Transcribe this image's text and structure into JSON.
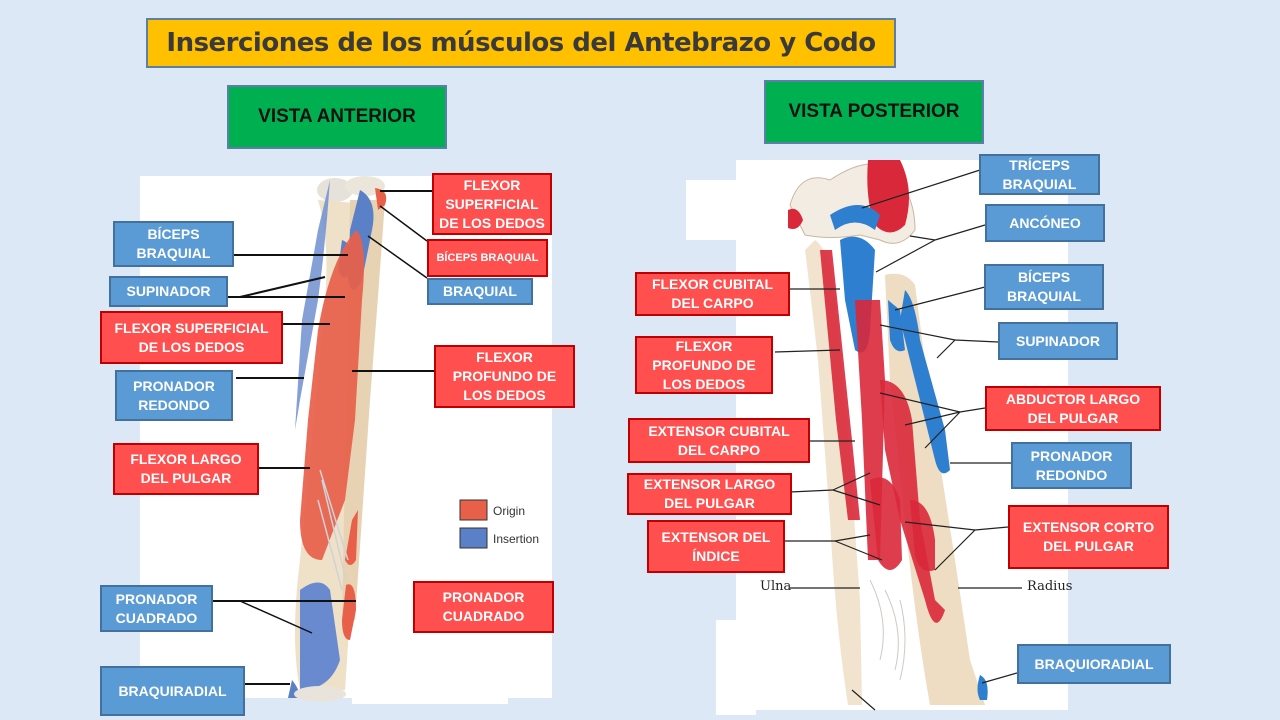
{
  "title": "Inserciones de los músculos del Antebrazo y Codo",
  "colors": {
    "background": "#dce8f5",
    "title_bg": "#ffc000",
    "view_bg": "#00b050",
    "origin_red": "#ff4f4f",
    "insertion_blue": "#5b9bd5",
    "muscle_red": "#e8604a",
    "muscle_blue": "#5a80c8"
  },
  "anterior": {
    "heading": "VISTA ANTERIOR",
    "labels": [
      {
        "text": "BÍCEPS BRAQUIAL",
        "type": "insertion"
      },
      {
        "text": "SUPINADOR",
        "type": "insertion"
      },
      {
        "text": "FLEXOR SUPERFICIAL DE LOS DEDOS",
        "type": "origin"
      },
      {
        "text": "PRONADOR REDONDO",
        "type": "insertion"
      },
      {
        "text": "FLEXOR LARGO DEL PULGAR",
        "type": "origin"
      },
      {
        "text": "PRONADOR CUADRADO",
        "type": "insertion"
      },
      {
        "text": "BRAQUIRADIAL",
        "type": "insertion"
      },
      {
        "text": "FLEXOR SUPERFICIAL DE LOS DEDOS",
        "type": "origin"
      },
      {
        "text": "BÍCEPS BRAQUIAL",
        "type": "origin"
      },
      {
        "text": "BRAQUIAL",
        "type": "insertion"
      },
      {
        "text": "FLEXOR PROFUNDO DE LOS DEDOS",
        "type": "origin"
      },
      {
        "text": "PRONADOR CUADRADO",
        "type": "origin"
      }
    ],
    "legend": [
      {
        "label": "Origin",
        "color": "#e8604a"
      },
      {
        "label": "Insertion",
        "color": "#5a80c8"
      }
    ]
  },
  "posterior": {
    "heading": "VISTA POSTERIOR",
    "labels": [
      {
        "text": "TRÍCEPS BRAQUIAL",
        "type": "insertion"
      },
      {
        "text": "ANCÓNEO",
        "type": "insertion"
      },
      {
        "text": "BÍCEPS BRAQUIAL",
        "type": "insertion"
      },
      {
        "text": "SUPINADOR",
        "type": "insertion"
      },
      {
        "text": "ABDUCTOR LARGO DEL PULGAR",
        "type": "origin"
      },
      {
        "text": "PRONADOR REDONDO",
        "type": "insertion"
      },
      {
        "text": "EXTENSOR CORTO DEL PULGAR",
        "type": "origin"
      },
      {
        "text": "BRAQUIORADIAL",
        "type": "insertion"
      },
      {
        "text": "FLEXOR CUBITAL DEL CARPO",
        "type": "origin"
      },
      {
        "text": "FLEXOR PROFUNDO DE LOS DEDOS",
        "type": "origin"
      },
      {
        "text": "EXTENSOR CUBITAL DEL CARPO",
        "type": "origin"
      },
      {
        "text": "EXTENSOR LARGO DEL PULGAR",
        "type": "origin"
      },
      {
        "text": "EXTENSOR DEL ÍNDICE",
        "type": "origin"
      }
    ],
    "bones": {
      "ulna": "Ulna",
      "radius": "Radius"
    }
  }
}
